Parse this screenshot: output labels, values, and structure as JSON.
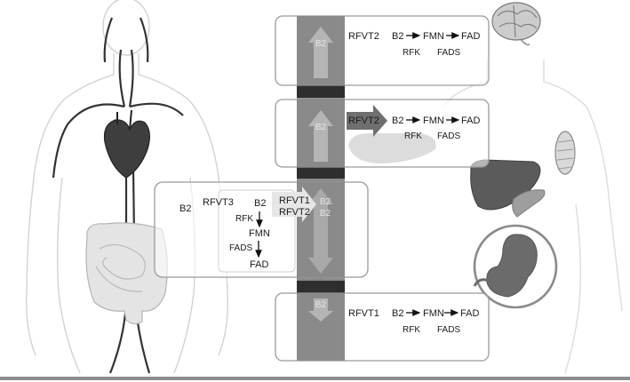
{
  "blood_label": "B2",
  "brain_panel": {
    "transporter": "RFVT2",
    "b2": "B2",
    "fmn": "FMN",
    "fad": "FAD",
    "enzyme1": "RFK",
    "enzyme2": "FADS"
  },
  "heart_liver_panel": {
    "transporter": "RFVT2",
    "b2": "B2",
    "fmn": "FMN",
    "fad": "FAD",
    "enzyme1": "RFK",
    "enzyme2": "FADS"
  },
  "intestine_panel": {
    "b2_lumen": "B2",
    "apical_transporter": "RFVT3",
    "b2_cell": "B2",
    "enzyme1": "RFK",
    "fmn": "FMN",
    "enzyme2": "FADS",
    "fad": "FAD",
    "basolateral_transporter_1": "RFVT1",
    "basolateral_transporter_2": "RFVT2",
    "blood_b2_a": "B2",
    "blood_b2_b": "B2"
  },
  "placenta_panel": {
    "transporter": "RFVT1",
    "b2": "B2",
    "fmn": "FMN",
    "fad": "FAD",
    "enzyme1": "RFK",
    "enzyme2": "FADS"
  },
  "colors": {
    "blood_column": "#8a8a8a",
    "blood_separator": "#2e2e2e",
    "panel_border": "#9a9a9a",
    "organ_dark": "#5a5a5a",
    "silhouette": "#cfcfcf",
    "footer_line": "#8f8f8f"
  }
}
